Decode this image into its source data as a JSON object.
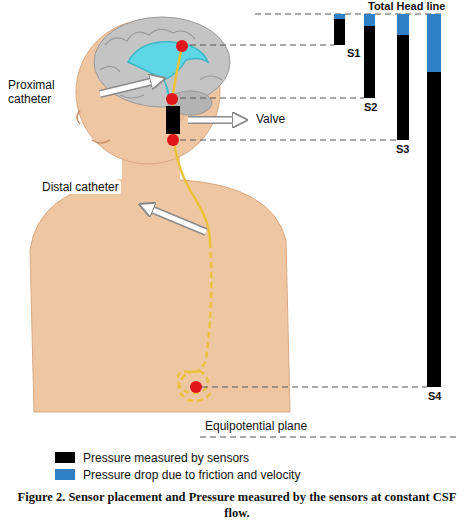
{
  "diagram": {
    "caption": "Figure 2. Sensor placement and Pressure measured by the sensors at constant CSF flow.",
    "labels": [
      "Total Head line",
      "S1",
      "S2",
      "S3",
      "S4",
      "Proximal catheter",
      "Valve",
      "Distal catheter",
      "Equipotential plane"
    ],
    "legend": [
      {
        "text": "Pressure measured by sensors",
        "color": "#000000"
      },
      {
        "text": "Pressure drop due to friction and velocity",
        "color": "#2f80c4"
      }
    ]
  }
}
